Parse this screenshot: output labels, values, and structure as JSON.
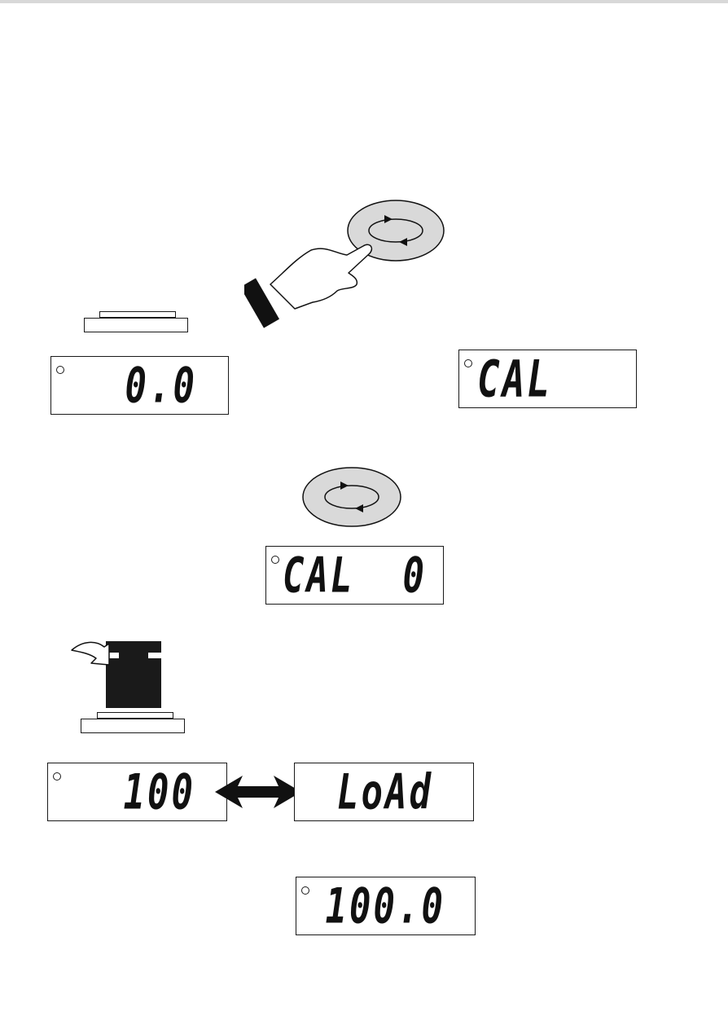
{
  "displays": {
    "zero": "0.0",
    "cal": "CAL",
    "cal_zero": "CAL  0",
    "weight_100": "100",
    "load": "LoAd",
    "result": "100.0"
  },
  "icons": {
    "key": "calibration-key-icon",
    "hand": "pointing-hand-icon",
    "weight": "calibration-weight-icon",
    "arrow": "double-arrow-icon"
  },
  "colors": {
    "key_fill": "#d9d9d9",
    "ink": "#111111",
    "weight_fill": "#1a1a1a"
  }
}
